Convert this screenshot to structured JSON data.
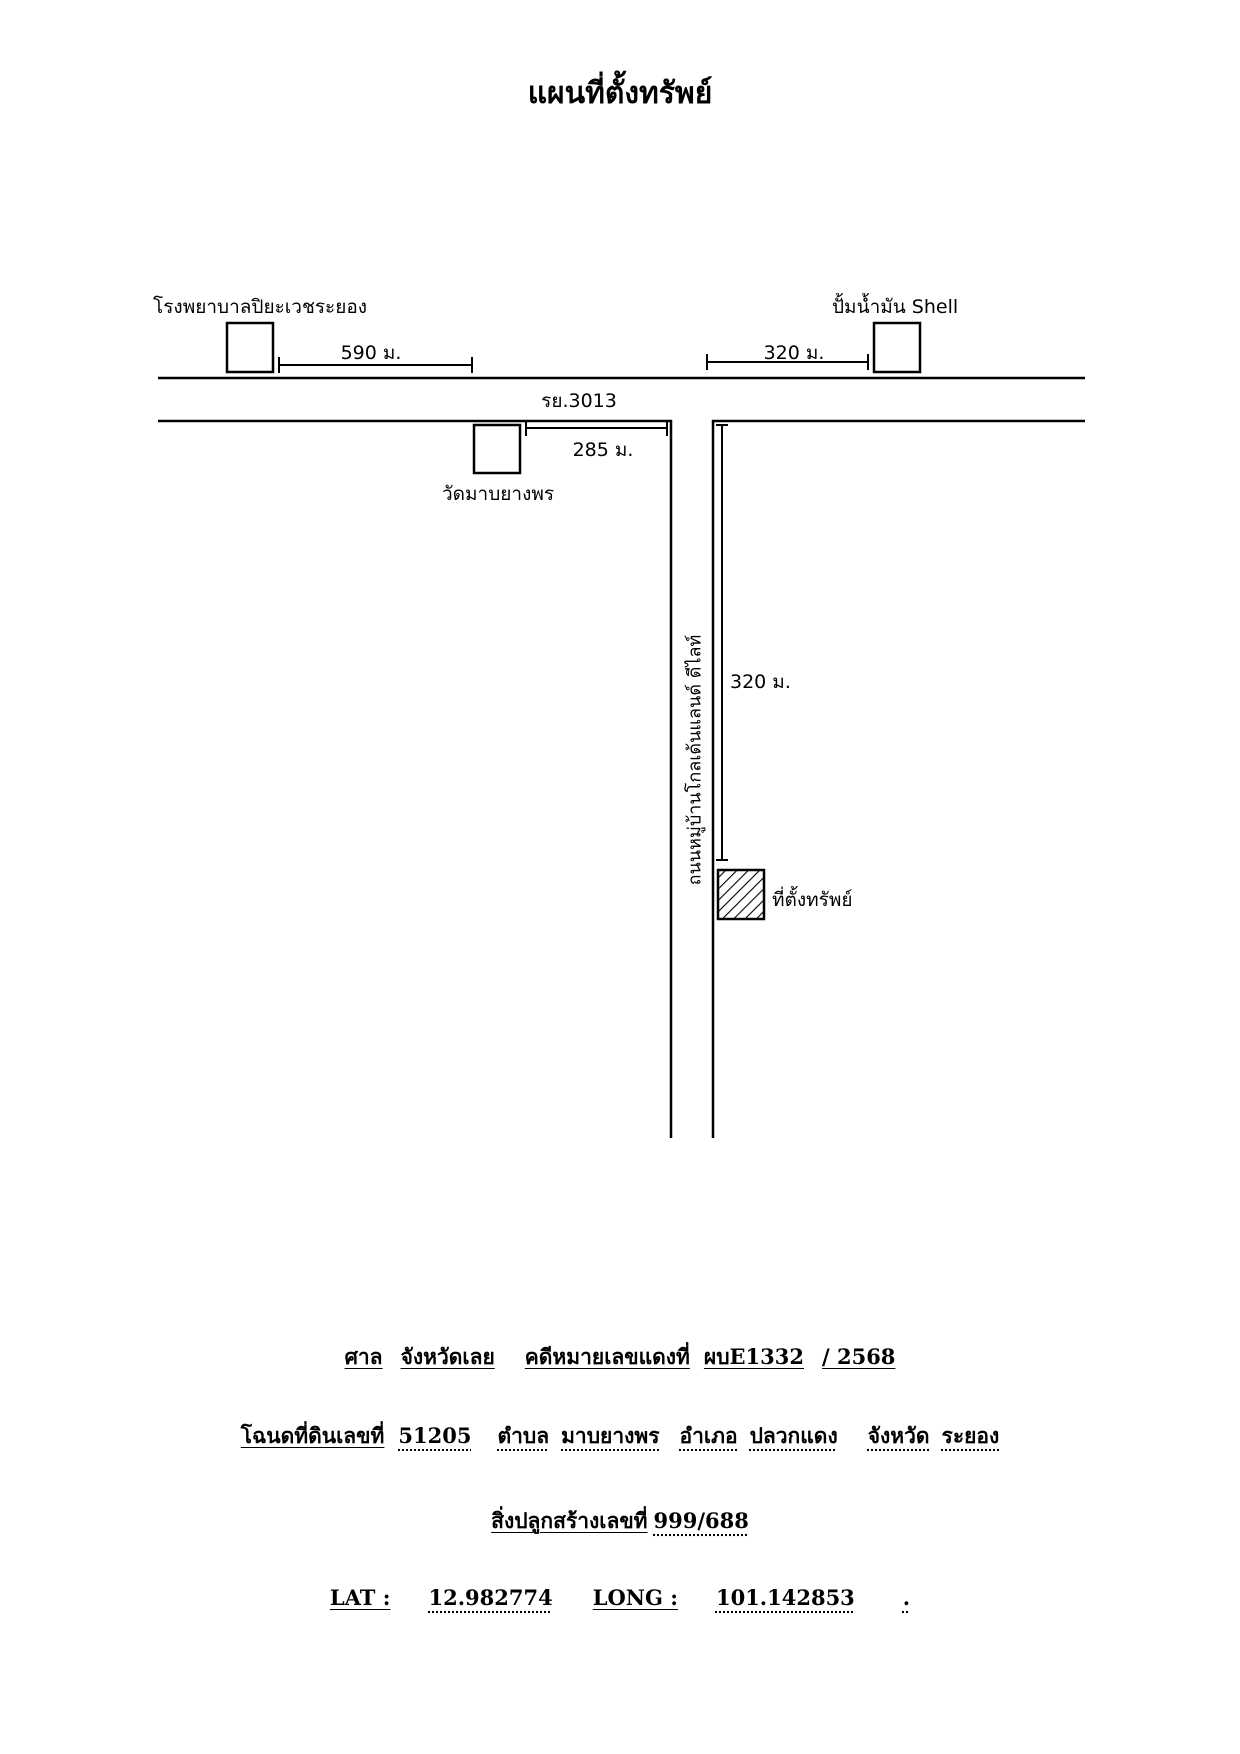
{
  "title": "แผนที่ตั้งทรัพย์",
  "map": {
    "landmarks": {
      "hospital": "โรงพยาบาลปิยะเวชระยอง",
      "gas_station": "ปั้มน้ำมัน Shell",
      "temple": "วัดมาบยางพร",
      "property": "ที่ตั้งทรัพย์"
    },
    "roads": {
      "main_road": "รย.3013",
      "village_road": "ถนนหมู่บ้านโกลเด้นแลนด์ ดีไลท์"
    },
    "distances": {
      "hospital": "590 ม.",
      "gas_station": "320 ม.",
      "temple": "285 ม.",
      "property": "320 ม."
    }
  },
  "info": {
    "court_label": "ศาล",
    "court_value": "จังหวัดเลย",
    "case_label": "คดีหมายเลขแดงที่",
    "case_value": "ผบE1332",
    "case_year": "/ 2568",
    "deed_label": "โฉนดที่ดินเลขที่",
    "deed_value": "51205",
    "subdistrict_label": "ตำบล",
    "subdistrict_value": "มาบยางพร",
    "district_label": "อำเภอ",
    "district_value": "ปลวกแดง",
    "province_label": "จังหวัด",
    "province_value": "ระยอง",
    "building_label": "สิ่งปลูกสร้างเลขที่",
    "building_value": "999/688",
    "lat_label": "LAT :",
    "lat_value": "12.982774",
    "long_label": "LONG :",
    "long_value": "101.142853",
    "end_mark": "."
  }
}
